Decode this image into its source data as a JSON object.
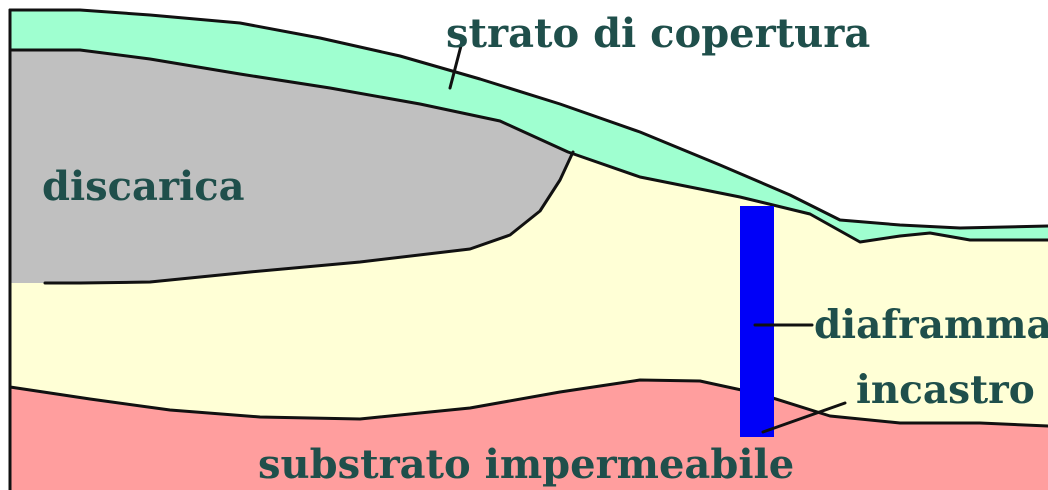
{
  "labels": {
    "cover_layer": "strato di copertura",
    "landfill": "discarica",
    "diaphragm": "diaframma",
    "embedment": "incastro",
    "impermeable_substrate": "substrato impermeabile"
  },
  "colors": {
    "cover_layer": "#9fffd0",
    "landfill": "#c0c0c0",
    "soil": "#ffffd6",
    "substrate": "#ff9e9e",
    "diaphragm": "#0000f8",
    "label_text": "#1f4f4b",
    "outline": "#111111",
    "background": "#ffffff"
  }
}
